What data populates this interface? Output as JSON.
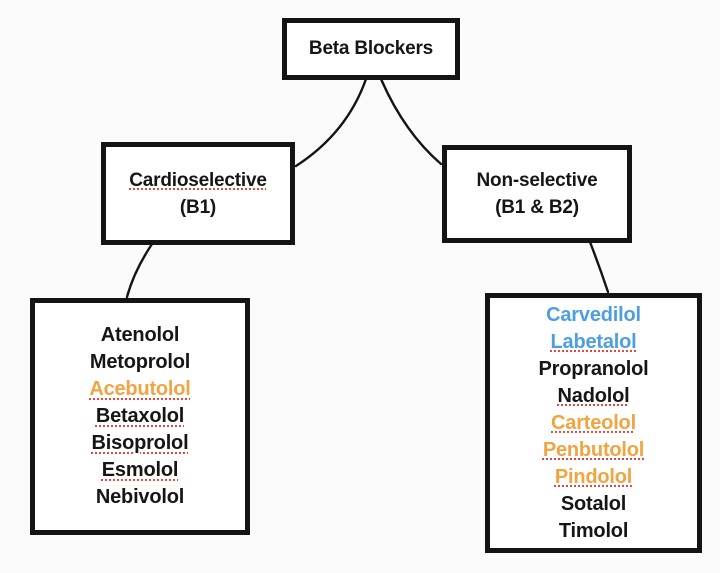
{
  "colors": {
    "black": "#161616",
    "orange": "#f2a441",
    "blue": "#4d9fe3",
    "spellcheck": "#e2483d",
    "border": "#141414",
    "background": "#fbfbfb",
    "box_fill": "#ffffff"
  },
  "root": {
    "label": "Beta Blockers"
  },
  "branches": [
    {
      "label_line1": "Cardioselective",
      "label_line2": "(B1)",
      "label_underline": true,
      "drugs": [
        {
          "name": "Atenolol",
          "color": "black",
          "underline": false
        },
        {
          "name": "Metoprolol",
          "color": "black",
          "underline": false
        },
        {
          "name": "Acebutolol",
          "color": "orange",
          "underline": true
        },
        {
          "name": "Betaxolol",
          "color": "black",
          "underline": true
        },
        {
          "name": "Bisoprolol",
          "color": "black",
          "underline": true
        },
        {
          "name": "Esmolol",
          "color": "black",
          "underline": true
        },
        {
          "name": "Nebivolol",
          "color": "black",
          "underline": false
        }
      ]
    },
    {
      "label_line1": "Non-selective",
      "label_line2": "(B1 & B2)",
      "label_underline": false,
      "drugs": [
        {
          "name": "Carvedilol",
          "color": "blue",
          "underline": false
        },
        {
          "name": "Labetalol",
          "color": "blue",
          "underline": true
        },
        {
          "name": "Propranolol",
          "color": "black",
          "underline": false
        },
        {
          "name": "Nadolol",
          "color": "black",
          "underline": true
        },
        {
          "name": "Carteolol",
          "color": "orange",
          "underline": true
        },
        {
          "name": "Penbutolol",
          "color": "orange",
          "underline": true
        },
        {
          "name": "Pindolol",
          "color": "orange",
          "underline": true
        },
        {
          "name": "Sotalol",
          "color": "black",
          "underline": false
        },
        {
          "name": "Timolol",
          "color": "black",
          "underline": false
        }
      ]
    }
  ]
}
